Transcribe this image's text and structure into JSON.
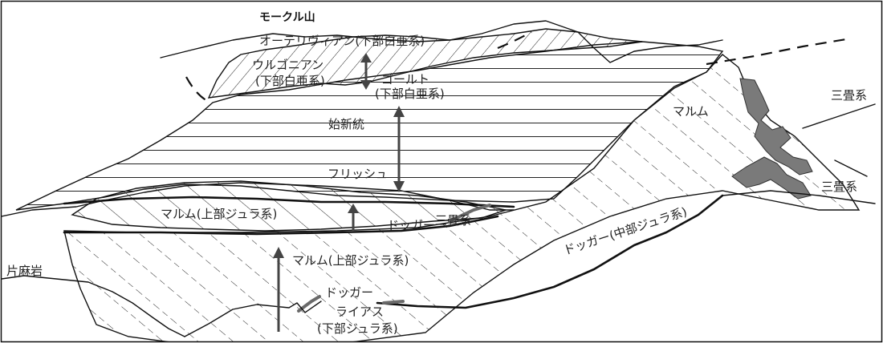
{
  "labels": {
    "mountain": "モークル山",
    "hauterivian": "オーテリヴィアン(下部白亜系)",
    "urgonian_1": "ウルゴニアン",
    "urgonian_2": "(下部白亜系)",
    "gault_1": "ゴールト",
    "gault_2": "(下部白亜系)",
    "eocene": "始新統",
    "flysch": "フリッシュ",
    "malm_right": "マルム",
    "triassic_upper": "三畳系",
    "triassic_lower": "三畳系",
    "malm_upper_jurassic_1": "マルム(上部ジュラ系)",
    "dogger_1": "ドッガー",
    "triassic_mid": "三畳系",
    "dogger_middle_jurassic": "ドッガー(中部ジュラ系)",
    "malm_upper_jurassic_2": "マルム(上部ジュラ系)",
    "schist": "片麻岩",
    "dogger_2": "ドッガー",
    "lias": "ライアス",
    "lower_jurassic": "(下部ジュラ系)"
  },
  "colors": {
    "ink": "#111111",
    "arrow": "#444444",
    "shade": "#7a7a7a",
    "background": "#ffffff"
  }
}
